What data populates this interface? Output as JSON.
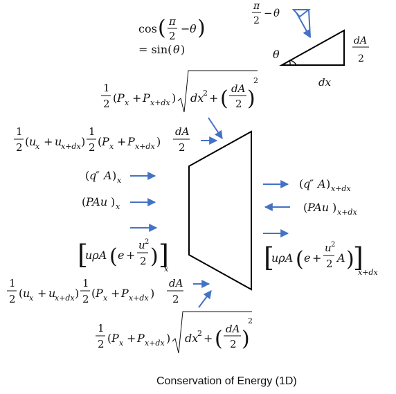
{
  "caption": "Conservation of Energy (1D)",
  "accent_color": "#4472c4",
  "line_color": "#000000",
  "trig": {
    "cos_line": "cos(π/2 − θ)",
    "sin_line": "= sin(θ)",
    "angle_label": "π/2 − θ",
    "theta_label": "θ",
    "dx_label": "dx",
    "dA_label": "dA/2"
  },
  "terms": {
    "pressure_top": "½(Pₓ + Pₓ₊dₓ) √(dx² + (dA/2)²)",
    "work_top": "½(uₓ + uₓ₊dₓ) ½(Pₓ + Pₓ₊dₓ) dA/2",
    "heat_in": "(q″A)ₓ",
    "pau_in": "(PAu)ₓ",
    "energy_in": "[uρA(e + u²/2)]ₓ",
    "work_bottom": "½(uₓ + uₓ₊dₓ) ½(Pₓ + Pₓ₊dₓ) dA/2",
    "pressure_bottom": "½(Pₓ + Pₓ₊dₓ) √(dx² + (dA/2)²)",
    "heat_out": "(q″A)ₓ₊dₓ",
    "pau_out": "(PAu)ₓ₊dₓ",
    "energy_out": "[uρA(e + u²/2 A)]ₓ₊dₓ"
  }
}
